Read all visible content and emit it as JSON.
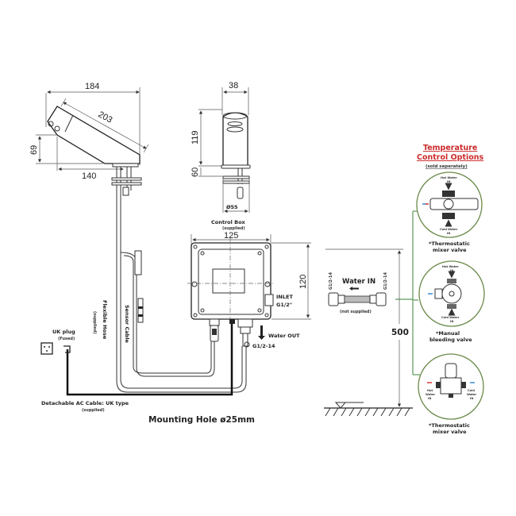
{
  "dimensions": {
    "spout_width": "184",
    "spout_length": "203",
    "spout_height": "69",
    "spout_reach": "140",
    "body_width": "38",
    "body_height": "119",
    "base_height": "60",
    "base_diameter": "Ø55",
    "box_width": "125",
    "box_height": "120",
    "valve_height": "500"
  },
  "labels": {
    "control_box": "Control Box",
    "control_box_note": "(supplied)",
    "inlet": "INLET",
    "inlet_size": "G1/2\"",
    "water_out": "Water OUT",
    "water_out_size": "G1/2-14",
    "flexible_hose": "Flexible Hose",
    "flexible_hose_note": "(supplied)",
    "sensor_cable": "Sensor Cable",
    "uk_plug": "UK plug",
    "uk_plug_note": "(Fused)",
    "ac_cable": "Detachable AC Cable: UK type",
    "ac_cable_note": "(supplied)",
    "mounting_hole": "Mounting Hole ø25mm",
    "water_in": "Water IN",
    "water_in_note": "(not supplied)",
    "hose_left_size": "G1/2-14",
    "hose_right_size": "G1/2-14"
  },
  "options": {
    "title_line1": "Temperature",
    "title_line2": "Control Options",
    "subtitle": "(sold seperately)",
    "items": [
      {
        "name_line1": "*Thermostatic",
        "name_line2": "mixer valve",
        "hot": "Hot Water",
        "hot2": "IN",
        "cold": "Cold Water",
        "cold2": "IN"
      },
      {
        "name_line1": "*Manual",
        "name_line2": "bleeding valve",
        "hot": "Hot Water",
        "hot2": "IN",
        "cold": "Cold Water",
        "cold2": "IN"
      },
      {
        "name_line1": "*Thermostatic",
        "name_line2": "mixer valve",
        "hot": "Hot",
        "hot2": "Water",
        "hot3": "IN",
        "cold": "Cold",
        "cold2": "Water",
        "cold3": "IN"
      }
    ]
  },
  "colors": {
    "accent_red": "#cc2a2a",
    "hot_arrow": "#d43a3a",
    "cold_arrow": "#3a8ad4",
    "green_line": "#5a9a5a"
  }
}
